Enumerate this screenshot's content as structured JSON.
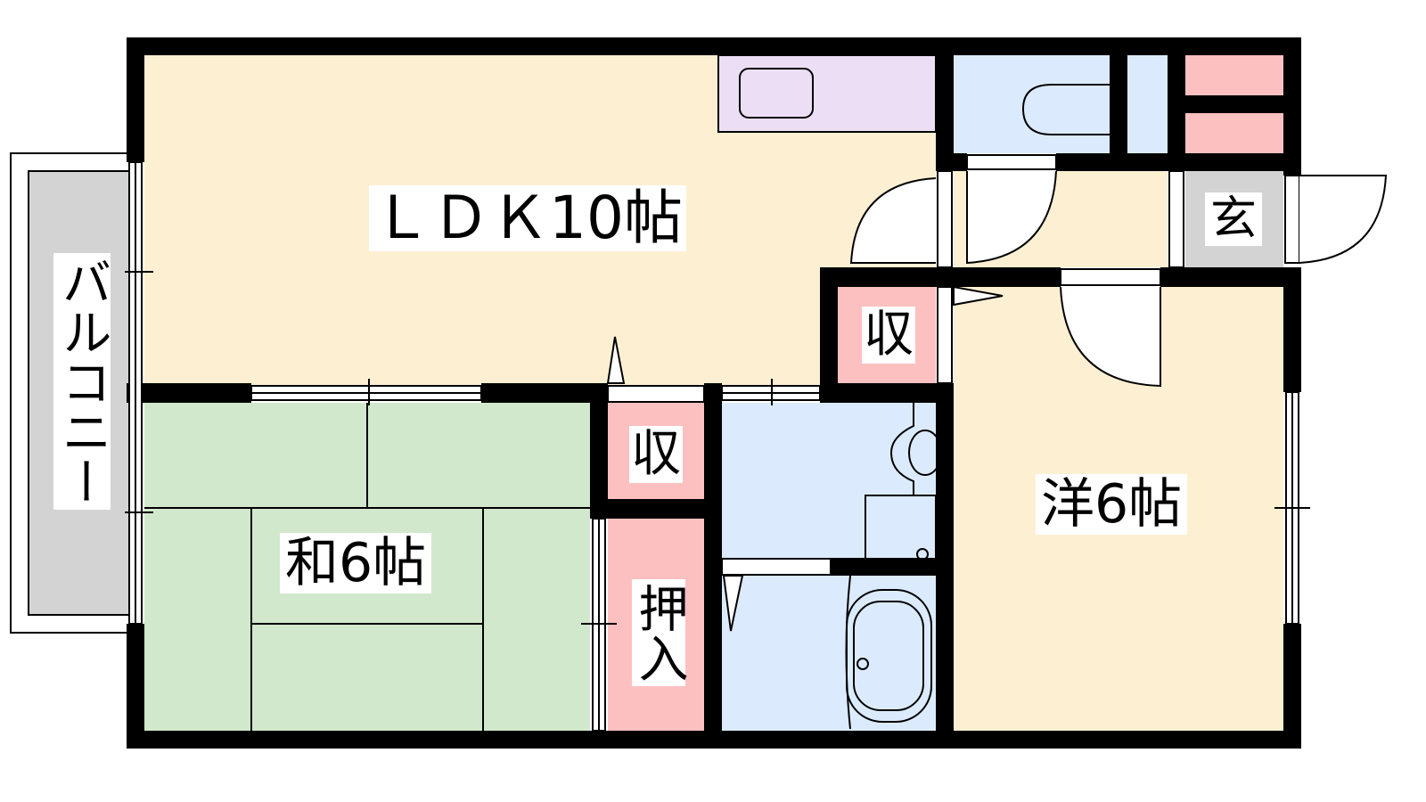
{
  "rooms": {
    "ldk": "ＬＤＫ10帖",
    "western": "洋6帖",
    "japanese": "和6帖",
    "balcony": "バルコニー",
    "entrance": "玄",
    "storage_upper": "収",
    "storage_lower": "収",
    "closet": "押入"
  },
  "colors": {
    "wall": "#000000",
    "living": "#fdf0d2",
    "tatami": "#d2e8cc",
    "wet": "#dbebfd",
    "storage": "#fdc0c0",
    "kitchen": "#ecdff5",
    "entrance": "#d3d3d3"
  }
}
